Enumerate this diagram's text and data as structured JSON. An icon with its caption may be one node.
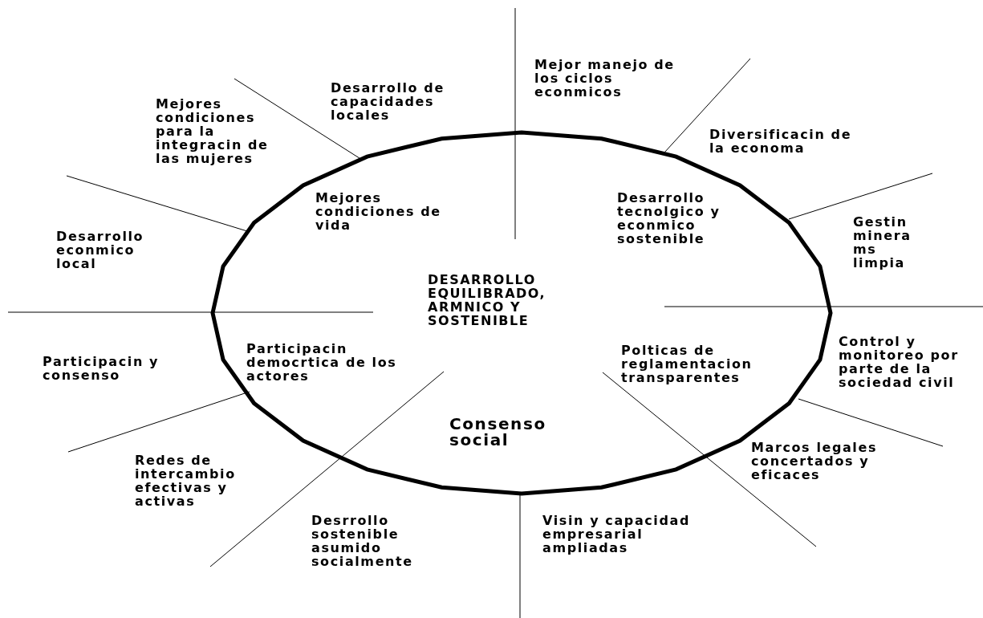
{
  "diagram": {
    "nodes": [
      {
        "text": [
          "DESARROLLO EQUILIBRADO, ARMNICO Y SOSTENIBLE",
          "Mejores condiciones de vida",
          "Desarrollo tecnolgico y econmico sostenible",
          "Participacin democrtica de los actores",
          "Polticas de reglamentacion transparentes",
          "Consenso social"
        ]
      }
    ],
    "edges": [],
    "labels": [
      "Desarrollo de capacidades locales",
      "Mejor manejo de los ciclos econmicos",
      "Mejores condiciones para la integracin de las mujeres",
      "Diversificacin de la economa",
      "Desarrollo econmico local",
      "Gestin minera ms limpia",
      "Participacin y consenso",
      "Control y monitoreo por parte de la sociedad civil",
      "Redes de intercambio efectivas y activas",
      "Marcos legales concertados y eficaces",
      "Desrrollo sostenible asumido socialmente",
      "Visin y capacidad empresarial ampliadas"
    ]
  }
}
